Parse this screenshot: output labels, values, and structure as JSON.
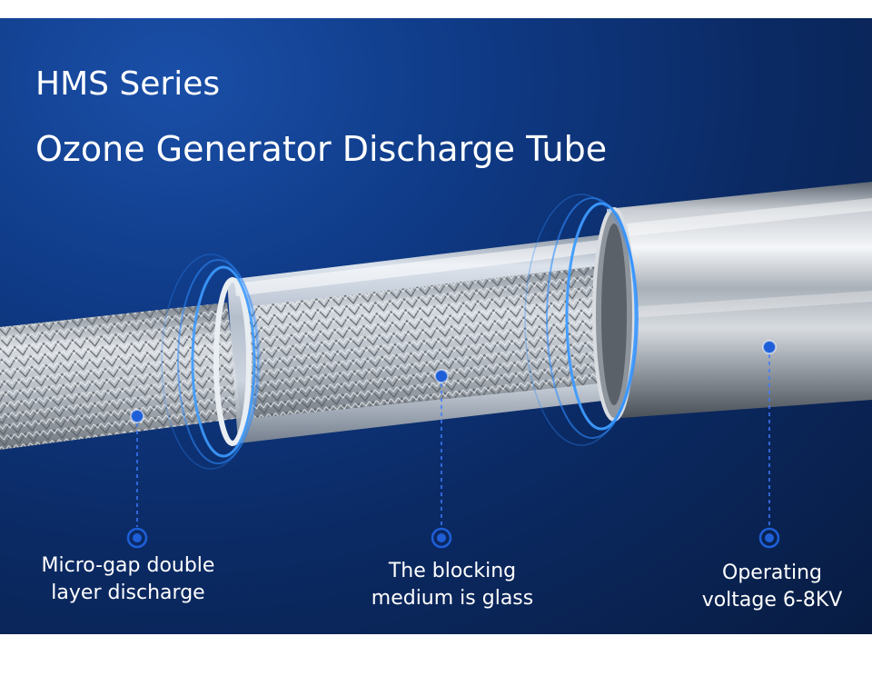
{
  "heading": {
    "series": "HMS Series",
    "product": "Ozone Generator Discharge Tube"
  },
  "callouts": [
    {
      "line1": "Micro-gap double",
      "line2": "layer discharge"
    },
    {
      "line1": "The blocking",
      "line2": "medium is glass"
    },
    {
      "line1": "Operating",
      "line2": "voltage 6-8KV"
    }
  ],
  "colors": {
    "background": "#0b2a64",
    "accent_glow": "#2f8cff",
    "marker": "#1e5fd8",
    "text": "#ffffff"
  }
}
